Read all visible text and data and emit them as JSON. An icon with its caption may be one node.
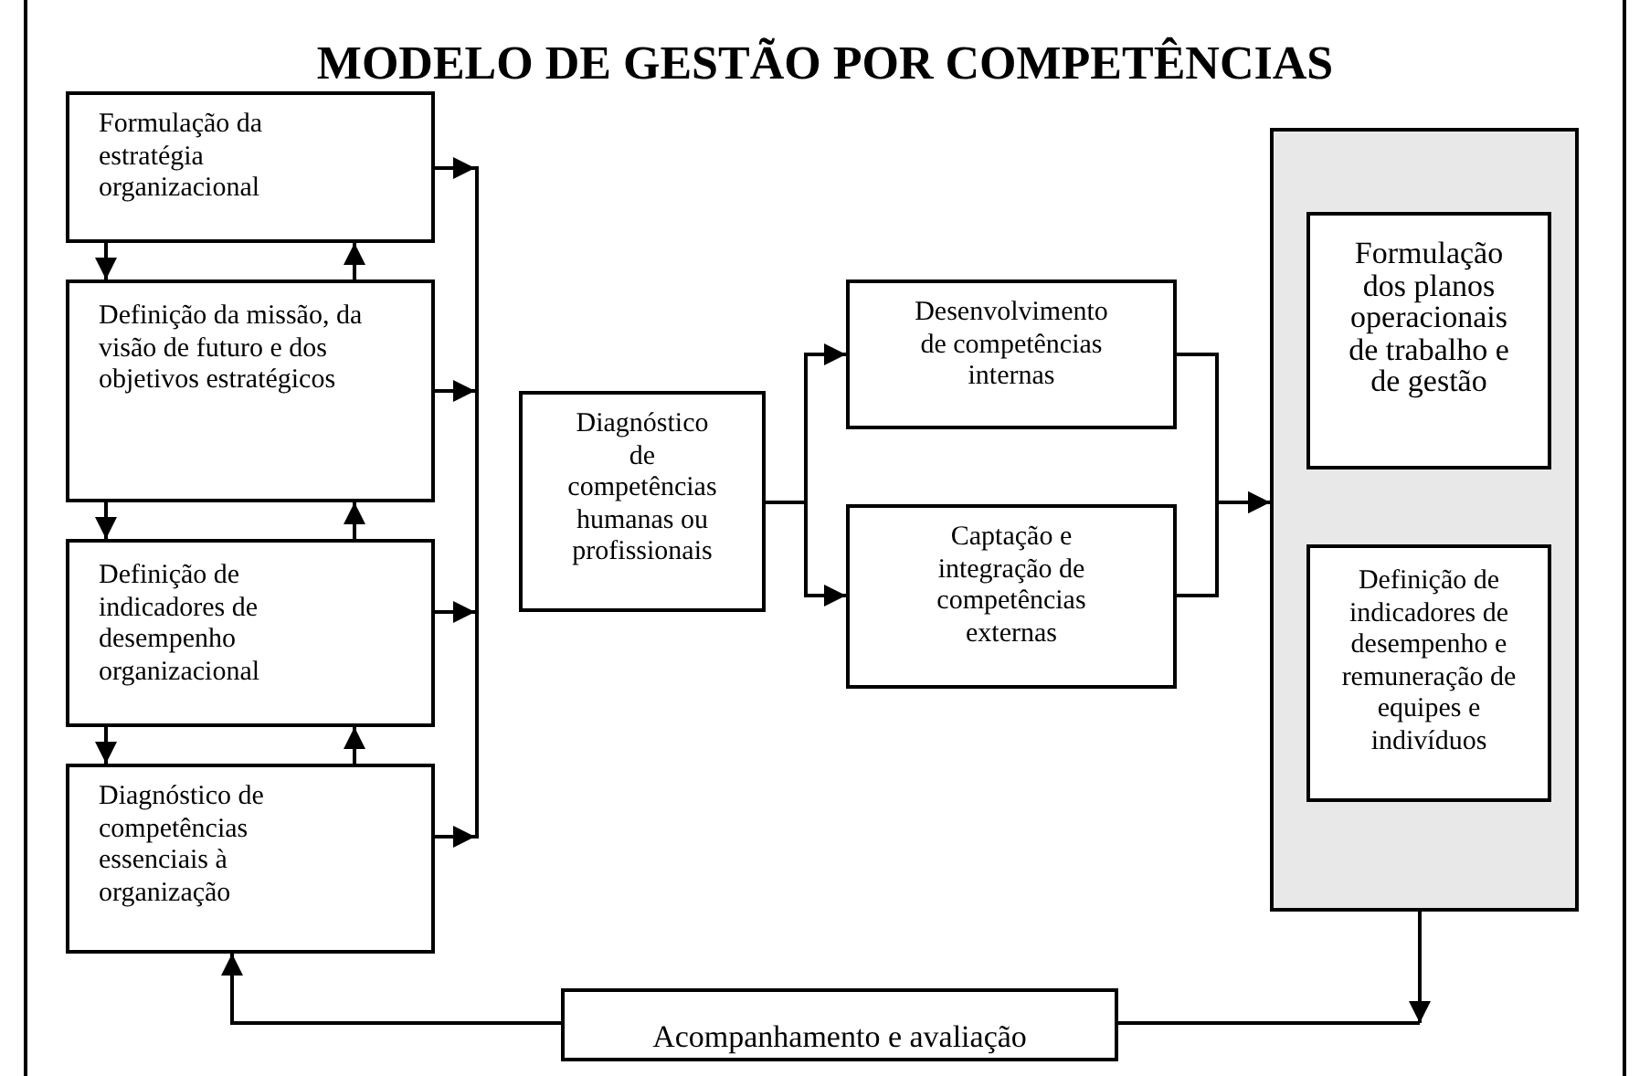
{
  "diagram": {
    "title": "MODELO DE GESTÃO POR COMPETÊNCIAS",
    "nodes": [
      {
        "text": [
          "Formulação da estratégia organizacional"
        ]
      },
      {
        "text": [
          "Definição da missão, da visão de futuro e dos objetivos estratégicos"
        ]
      },
      {
        "text": [
          "Definição de indicadores de desempenho organizacional"
        ]
      },
      {
        "text": [
          "Diagnóstico de competências essenciais à organização"
        ]
      },
      {
        "text": [
          "Diagnóstico de competências humanas ou profissionais"
        ]
      },
      {
        "text": [
          "Desenvolvimento de competências internas"
        ]
      },
      {
        "text": [
          "Captação e integração de competências externas"
        ]
      },
      {
        "text": [],
        "shape": "box"
      },
      {
        "text": [
          "Formulação dos planos operacionais de trabalho e de gestão"
        ],
        "in": 7
      },
      {
        "text": [
          "Definição de indicadores de desempenho e remuneração de equipes e indivíduos"
        ],
        "in": 7
      },
      {
        "text": [
          "Acompanhamento e avaliação"
        ]
      },
      {
        "text": [],
        "shape": "bar"
      }
    ],
    "edges": [
      {
        "from": 0,
        "to": 1,
        "arrow": "to"
      },
      {
        "from": 1,
        "to": 0,
        "arrow": "to"
      },
      {
        "from": 1,
        "to": 2,
        "arrow": "to"
      },
      {
        "from": 2,
        "to": 1,
        "arrow": "to"
      },
      {
        "from": 2,
        "to": 3,
        "arrow": "to"
      },
      {
        "from": 3,
        "to": 2,
        "arrow": "to"
      },
      {
        "from": 0,
        "to": 11,
        "arrow": "to"
      },
      {
        "from": 1,
        "to": 11,
        "arrow": "to"
      },
      {
        "from": 2,
        "to": 11,
        "arrow": "to"
      },
      {
        "from": 3,
        "to": 11,
        "arrow": "to"
      },
      {
        "from": 4,
        "to": 5,
        "arrow": "to"
      },
      {
        "from": 4,
        "to": 6,
        "arrow": "to"
      },
      {
        "from": 5,
        "to": 7,
        "arrow": "to"
      },
      {
        "from": 6,
        "to": 7,
        "arrow": "to"
      },
      {
        "from": 7,
        "to": null,
        "arrow": "to"
      },
      {
        "from": null,
        "to": 10,
        "arrow": "none"
      },
      {
        "from": 10,
        "to": 3,
        "arrow": "to"
      }
    ]
  }
}
